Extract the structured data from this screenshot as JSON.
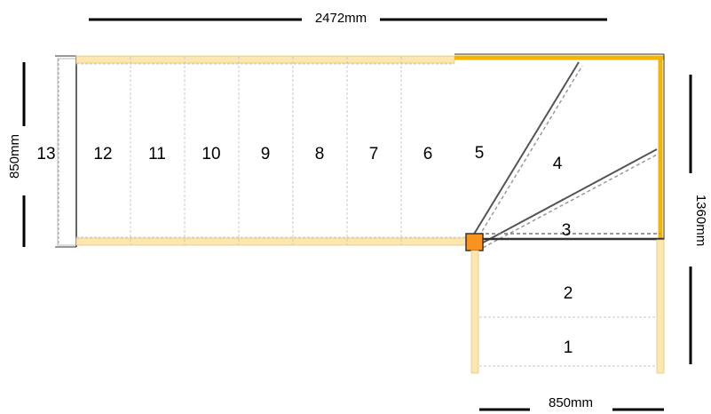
{
  "dimensions": {
    "top": "2472mm",
    "left": "850mm",
    "right": "1360mm",
    "bottom": "850mm"
  },
  "steps": {
    "s1": "1",
    "s2": "2",
    "s3": "3",
    "s4": "4",
    "s5": "5",
    "s6": "6",
    "s7": "7",
    "s8": "8",
    "s9": "9",
    "s10": "10",
    "s11": "11",
    "s12": "12",
    "s13": "13"
  },
  "colors": {
    "stringer": "#fde7b0",
    "frame": "#f4b400",
    "post": "#f7931e",
    "line": "#333333"
  }
}
